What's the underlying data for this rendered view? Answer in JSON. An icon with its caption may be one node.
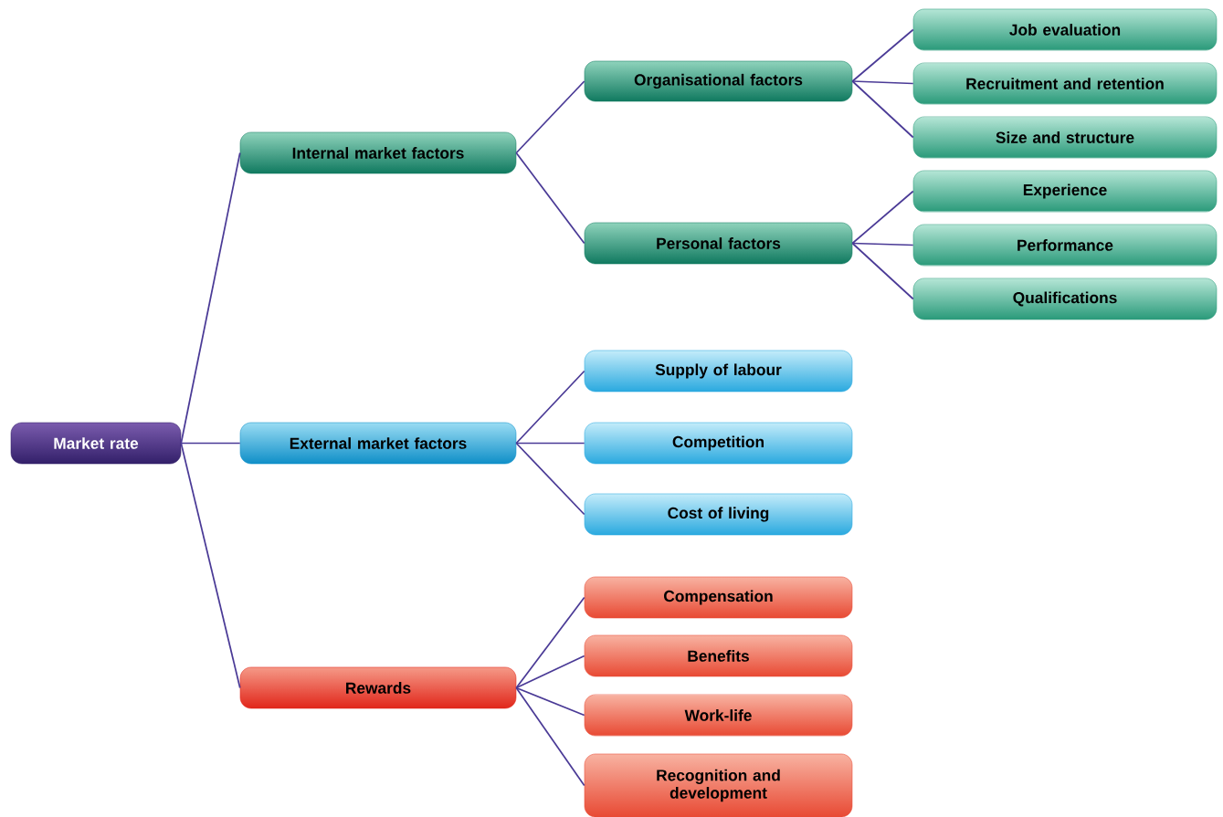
{
  "diagram": {
    "nodes": [
      {
        "text": [
          "Market rate"
        ]
      },
      {
        "text": [
          "Internal market factors"
        ]
      },
      {
        "text": [
          "Organisational factors"
        ]
      },
      {
        "text": [
          "Job evaluation"
        ]
      },
      {
        "text": [
          "Recruitment and retention"
        ]
      },
      {
        "text": [
          "Size and structure"
        ]
      },
      {
        "text": [
          "Personal factors"
        ]
      },
      {
        "text": [
          "Experience"
        ]
      },
      {
        "text": [
          "Performance"
        ]
      },
      {
        "text": [
          "Qualifications"
        ]
      },
      {
        "text": [
          "External market factors"
        ]
      },
      {
        "text": [
          "Supply of labour"
        ]
      },
      {
        "text": [
          "Competition"
        ]
      },
      {
        "text": [
          "Cost of living"
        ]
      },
      {
        "text": [
          "Rewards"
        ]
      },
      {
        "text": [
          "Compensation"
        ]
      },
      {
        "text": [
          "Benefits"
        ]
      },
      {
        "text": [
          "Work-life"
        ]
      },
      {
        "text": [
          "Recognition and development"
        ]
      }
    ],
    "edges": [
      {
        "from": 0,
        "to": 1,
        "arrow": "none"
      },
      {
        "from": 1,
        "to": 2,
        "arrow": "none"
      },
      {
        "from": 2,
        "to": 3,
        "arrow": "none"
      },
      {
        "from": 2,
        "to": 4,
        "arrow": "none"
      },
      {
        "from": 2,
        "to": 5,
        "arrow": "none"
      },
      {
        "from": 1,
        "to": 6,
        "arrow": "none"
      },
      {
        "from": 6,
        "to": 7,
        "arrow": "none"
      },
      {
        "from": 6,
        "to": 8,
        "arrow": "none"
      },
      {
        "from": 6,
        "to": 9,
        "arrow": "none"
      },
      {
        "from": 0,
        "to": 10,
        "arrow": "none"
      },
      {
        "from": 10,
        "to": 11,
        "arrow": "none"
      },
      {
        "from": 10,
        "to": 12,
        "arrow": "none"
      },
      {
        "from": 10,
        "to": 13,
        "arrow": "none"
      },
      {
        "from": 0,
        "to": 14,
        "arrow": "none"
      },
      {
        "from": 14,
        "to": 15,
        "arrow": "none"
      },
      {
        "from": 14,
        "to": 16,
        "arrow": "none"
      },
      {
        "from": 14,
        "to": 17,
        "arrow": "none"
      },
      {
        "from": 14,
        "to": 18,
        "arrow": "none"
      }
    ]
  }
}
